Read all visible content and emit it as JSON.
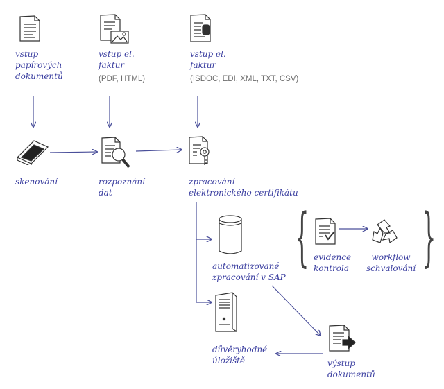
{
  "nodes": {
    "paper_input": {
      "line1": "vstup",
      "line2": "papírových",
      "line3": "dokumentů"
    },
    "e_invoice_pdf": {
      "line1": "vstup el.",
      "line2": "faktur",
      "sub": "(PDF, HTML)"
    },
    "e_invoice_struct": {
      "line1": "vstup el.",
      "line2": "faktur",
      "sub": "(ISDOC, EDI, XML, TXT, CSV)"
    },
    "scanning": {
      "line1": "skenování"
    },
    "recognition": {
      "line1": "rozpoznání",
      "line2": "dat"
    },
    "certificate": {
      "line1": "zpracování",
      "line2": "elektronického certifikátu"
    },
    "sap": {
      "line1": "automatizované",
      "line2": "zpracování v SAP"
    },
    "evidence": {
      "line1": "evidence",
      "line2": "kontrola"
    },
    "workflow": {
      "line1": "workflow",
      "line2": "schvalování"
    },
    "storage": {
      "line1": "důvěryhodné",
      "line2": "úložiště"
    },
    "output": {
      "line1": "výstup",
      "line2": "dokumentů"
    }
  },
  "style": {
    "ink": "#3b3fa0",
    "line": "#4a4f9a",
    "icon_stroke": "#333333"
  },
  "icons": [
    "document-icon",
    "document-image-icon",
    "document-clip-icon",
    "scanner-icon",
    "magnifier-document-icon",
    "certificate-document-icon",
    "database-icon",
    "checklist-document-icon",
    "recycle-arrows-icon",
    "server-tower-icon",
    "document-export-icon"
  ]
}
